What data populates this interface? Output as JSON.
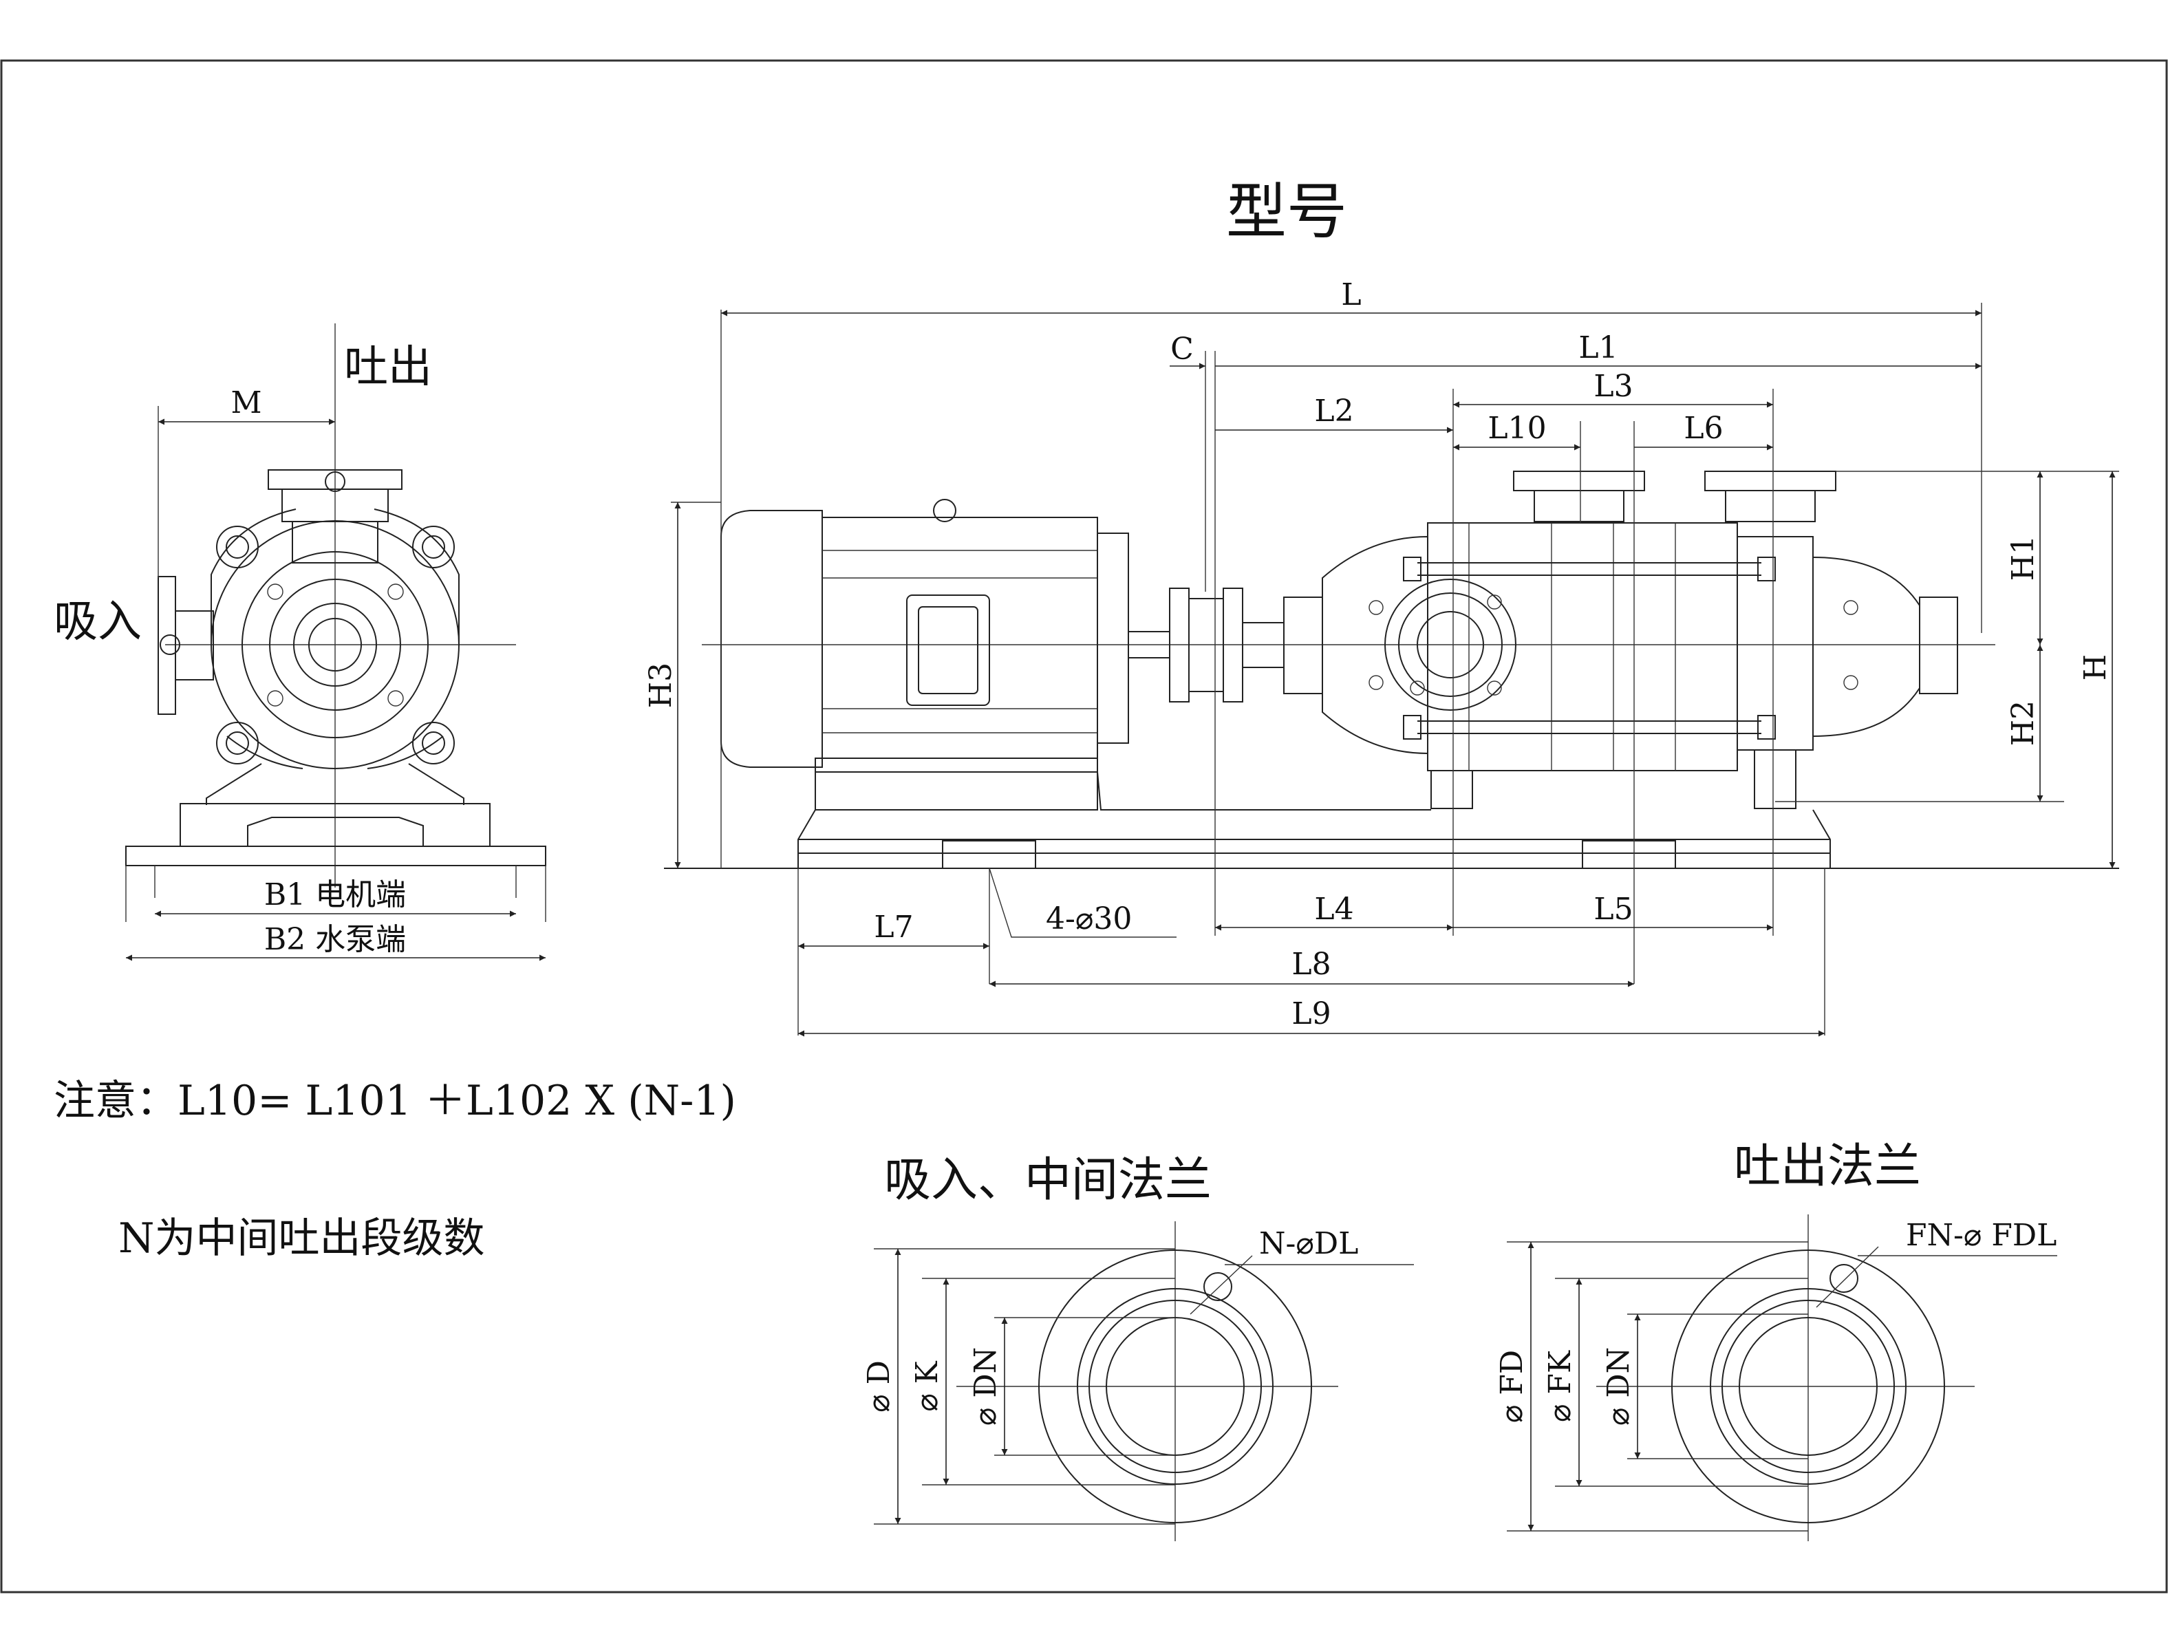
{
  "title": "型号",
  "side_view": {
    "outlet": "吐出",
    "inlet": "吸入",
    "dim_m": "M",
    "b1": "B1 电机端",
    "b2": "B2 水泵端"
  },
  "main_view": {
    "dims": {
      "L": "L",
      "L1": "L1",
      "C": "C",
      "L2": "L2",
      "L3": "L3",
      "L10": "L10",
      "L6": "L6",
      "H": "H",
      "H1": "H1",
      "H2": "H2",
      "H3": "H3",
      "L4": "L4",
      "L5": "L5",
      "L7": "L7",
      "L8": "L8",
      "L9": "L9"
    },
    "holes": "4-⌀30"
  },
  "notes": {
    "formula": "注意：L10= L101 ＋L102 X   (N-1)",
    "stages": "N为中间吐出段级数"
  },
  "flange_inlet": {
    "title": "吸入、中间法兰",
    "holes": "N-⌀DL",
    "d": "⌀ D",
    "k": "⌀ K",
    "dn": "⌀ DN"
  },
  "flange_outlet": {
    "title": "吐出法兰",
    "holes": "FN-⌀ FDL",
    "fd": "⌀ FD",
    "fk": "⌀ FK",
    "dn": "⌀ DN"
  }
}
